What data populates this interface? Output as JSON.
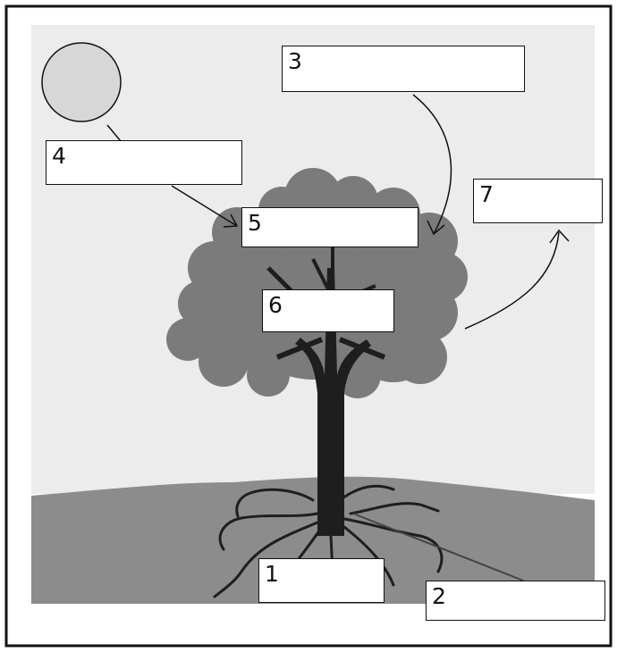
{
  "labels": {
    "l1": "1",
    "l2": "2",
    "l3": "3",
    "l4": "4",
    "l5": "5",
    "l6": "6",
    "l7": "7"
  },
  "colors": {
    "border": "#111111",
    "sky": "#ececec",
    "ground": "#8c8c8c",
    "canopy": "#7c7c7c",
    "trunk": "#1e1e1e",
    "sun": "#d7d7d7"
  }
}
